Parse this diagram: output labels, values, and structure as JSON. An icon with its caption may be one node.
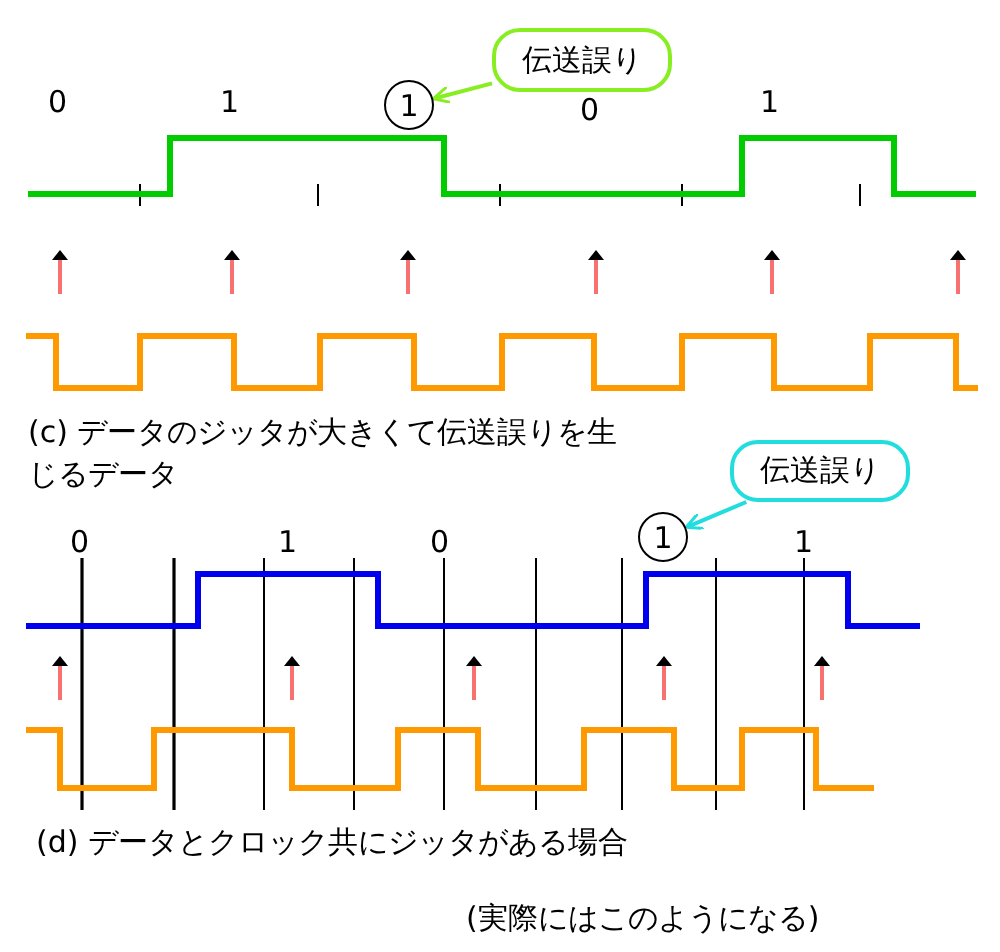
{
  "diagram": {
    "nodes": [
      {
        "text": [
          "伝送誤り"
        ]
      },
      {
        "text": [
          "1"
        ]
      },
      {
        "text": [
          "伝送誤り"
        ]
      },
      {
        "text": [
          "1"
        ]
      }
    ],
    "edges": [
      {
        "from": 0,
        "to": 1,
        "arrow": "to",
        "color": "#88ee22"
      },
      {
        "from": 2,
        "to": 3,
        "arrow": "to",
        "color": "#22dddd"
      }
    ],
    "labels": [
      "0",
      "1",
      "0",
      "1",
      "(c) データのジッタが大きくて伝送誤りを生じるデータ",
      "0",
      "1",
      "0",
      "1",
      "(d) データとクロック共にジッタがある場合",
      "(実際にはこのようになる)"
    ]
  }
}
